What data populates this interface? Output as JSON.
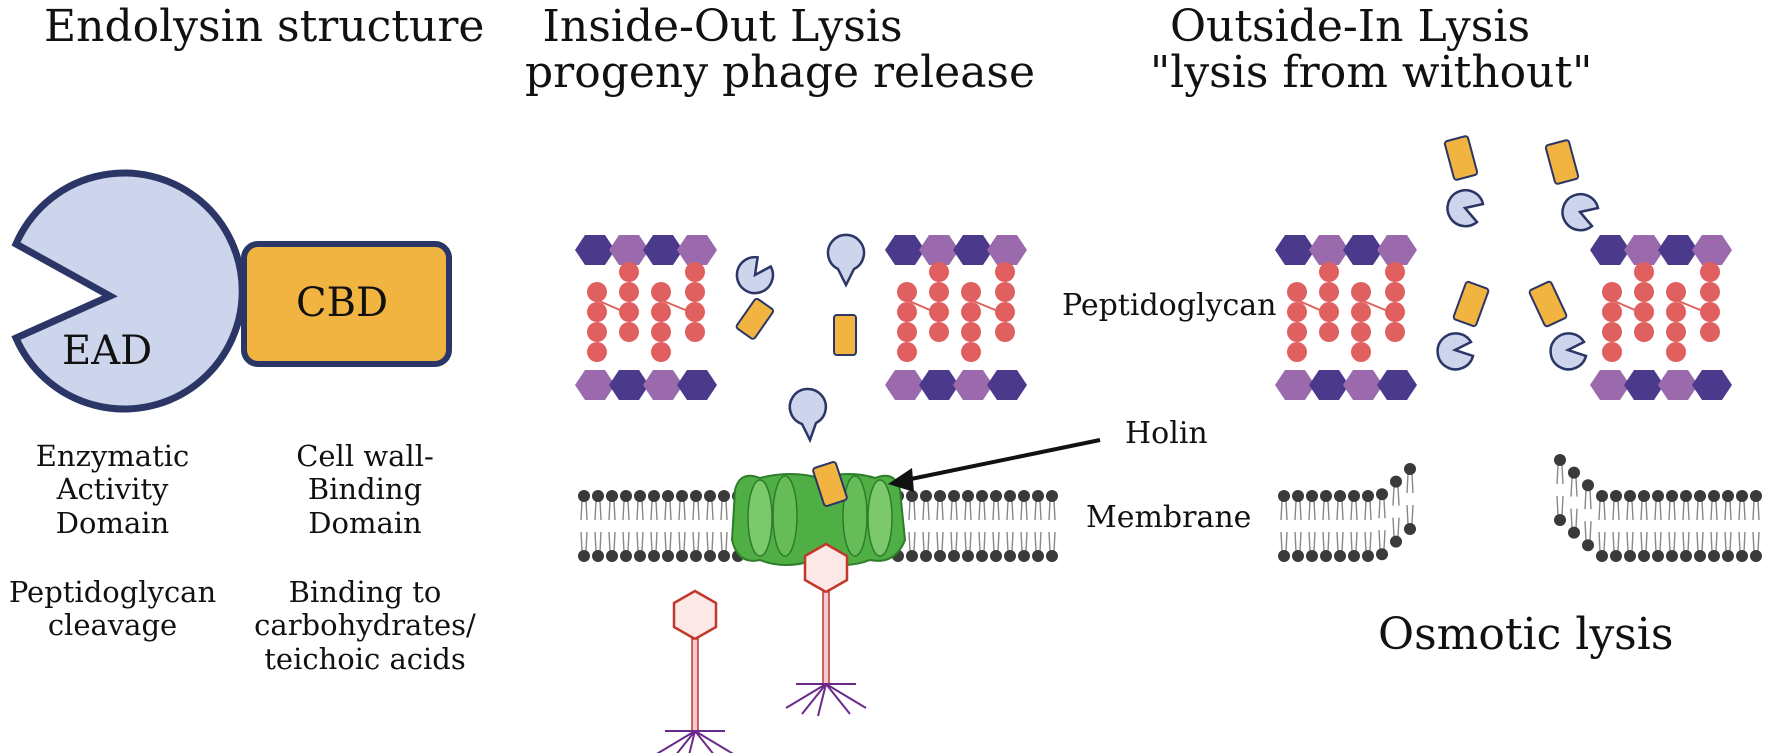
{
  "titles": {
    "structure": "Endolysin structure",
    "inside_out_line1": "Inside-Out Lysis",
    "inside_out_line2": "progeny phage release",
    "outside_in_line1": "Outside-In Lysis",
    "outside_in_line2": "\"lysis from without\""
  },
  "domains": {
    "ead": "EAD",
    "cbd": "CBD",
    "ead_desc_1": "Enzymatic",
    "ead_desc_2": "Activity",
    "ead_desc_3": "Domain",
    "ead_func_1": "Peptidoglycan",
    "ead_func_2": "cleavage",
    "cbd_desc_1": "Cell wall-",
    "cbd_desc_2": "Binding",
    "cbd_desc_3": "Domain",
    "cbd_func_1": "Binding to",
    "cbd_func_2": "carbohydrates/",
    "cbd_func_3": "teichoic acids"
  },
  "labels": {
    "peptidoglycan": "Peptidoglycan",
    "holin": "Holin",
    "membrane": "Membrane",
    "osmotic": "Osmotic lysis"
  },
  "colors": {
    "ead_fill": "#ccd5ec",
    "outline": "#2b3566",
    "cbd_fill": "#f2b440",
    "sugar_dark": "#4b3a8c",
    "sugar_light": "#9a6aad",
    "peptide": "#e06060",
    "holin": "#55b84a",
    "lipid_head": "#3a3a3a",
    "phage": "#c0392b"
  }
}
